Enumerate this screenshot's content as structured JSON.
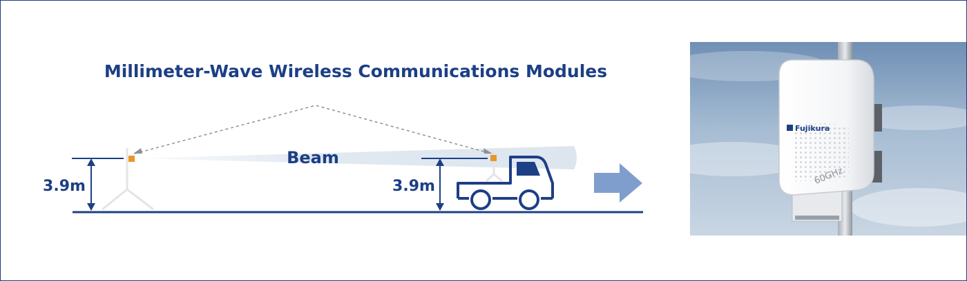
{
  "diagram": {
    "title": "Millimeter-Wave Wireless Communications Modules",
    "beam_label": "Beam",
    "left_height_label": "3.9m",
    "right_height_label": "3.9m"
  },
  "photo": {
    "brand": "Fujikura",
    "frequency": "60GHz"
  },
  "colors": {
    "navy": "#1c3f85",
    "orange": "#e8962e",
    "beam": "#dde6ef",
    "arrow": "#7f9ecd"
  }
}
